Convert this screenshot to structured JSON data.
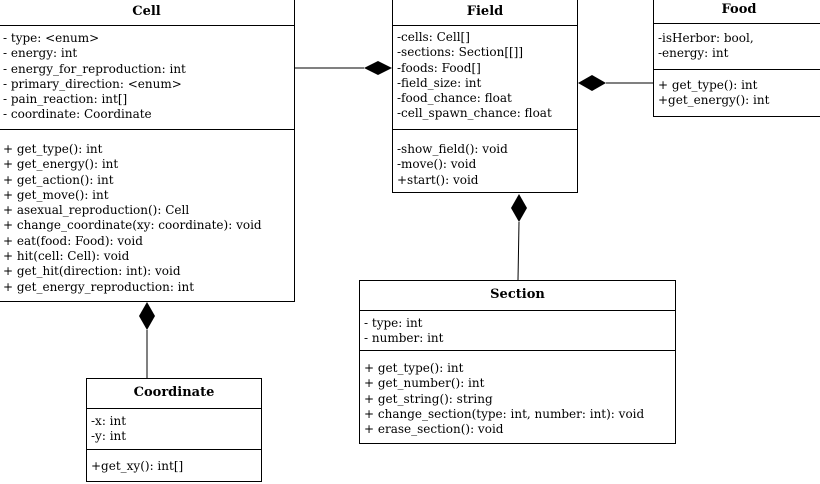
{
  "classes": {
    "cell": {
      "name": "Cell",
      "attributes": [
        "- type: <enum>",
        "- energy: int",
        "- energy_for_reproduction: int",
        "- primary_direction: <enum>",
        "- pain_reaction: int[]",
        "- coordinate: Coordinate"
      ],
      "operations": [
        "+ get_type(): int",
        "+ get_energy(): int",
        "+ get_action(): int",
        "+ get_move(): int",
        "+ asexual_reproduction(): Cell",
        "+ change_coordinate(xy: coordinate): void",
        "+ eat(food: Food): void",
        "+ hit(cell: Cell): void",
        "+ get_hit(direction: int): void",
        "+ get_energy_reproduction: int"
      ]
    },
    "field": {
      "name": "Field",
      "attributes": [
        "-cells: Cell[]",
        "-sections: Section[[]]",
        "-foods: Food[]",
        "-field_size: int",
        "-food_chance: float",
        "-cell_spawn_chance: float"
      ],
      "operations": [
        "-show_field(): void",
        "-move(): void",
        "+start(): void"
      ]
    },
    "food": {
      "name": "Food",
      "attributes": [
        "-isHerbor: bool,",
        "-energy: int"
      ],
      "operations": [
        "+ get_type(): int",
        "+get_energy(): int"
      ]
    },
    "section": {
      "name": "Section",
      "attributes": [
        "- type: int",
        "- number: int"
      ],
      "operations": [
        "+ get_type(): int",
        "+ get_number(): int",
        "+ get_string(): string",
        "+ change_section(type: int, number: int): void",
        "+ erase_section(): void"
      ]
    },
    "coordinate": {
      "name": "Coordinate",
      "attributes": [
        "-x: int",
        "-y: int"
      ],
      "operations": [
        "+get_xy(): int[]"
      ]
    }
  },
  "relations": [
    {
      "type": "composition",
      "whole": "Field",
      "part": "Cell"
    },
    {
      "type": "composition",
      "whole": "Field",
      "part": "Food"
    },
    {
      "type": "composition",
      "whole": "Field",
      "part": "Section"
    },
    {
      "type": "composition",
      "whole": "Cell",
      "part": "Coordinate"
    }
  ],
  "colors": {
    "line": "#000000",
    "background": "#ffffff"
  }
}
